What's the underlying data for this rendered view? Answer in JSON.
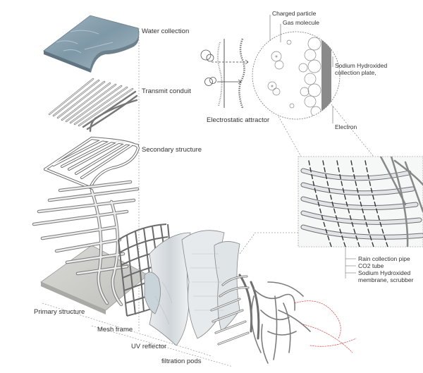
{
  "layers": [
    {
      "id": "water",
      "label": "Water collection"
    },
    {
      "id": "conduit",
      "label": "Transmit conduit"
    },
    {
      "id": "secondary",
      "label": "Secondary structure"
    },
    {
      "id": "primary",
      "label": "Primary structure"
    },
    {
      "id": "mesh",
      "label": "Mesh frame"
    },
    {
      "id": "uv",
      "label": "UV reflector"
    },
    {
      "id": "pods",
      "label": "filtration pods"
    }
  ],
  "attractor": {
    "label": "Electrostatic attractor",
    "charged_particle": "Charged particle",
    "gas_molecule": "Gas molecule",
    "plate_line1": "Sodium Hydroxided",
    "plate_line2": "collection plate,",
    "electron": "Electron"
  },
  "detail": {
    "rain_pipe": "Rain collection pipe",
    "co2_tube": "CO2 tube",
    "membrane_line1": "Sodium Hydroxided",
    "membrane_line2": "membrane, scrubber"
  },
  "colors": {
    "water": "#8fa6b4",
    "line": "#555555",
    "tube": "#e4e8ea",
    "red_wire": "#d84a4a"
  }
}
